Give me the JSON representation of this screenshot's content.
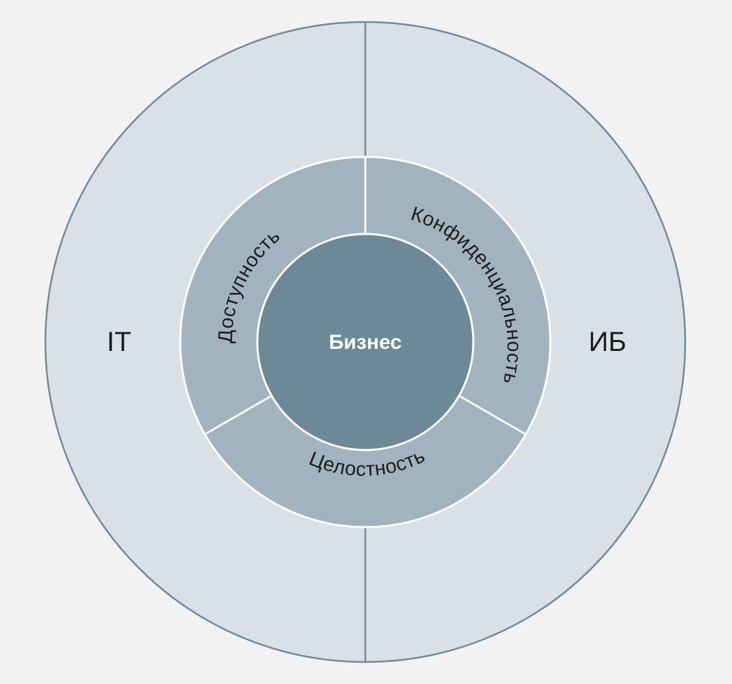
{
  "outer": {
    "left_label": "IT",
    "right_label": "ИБ"
  },
  "ring": {
    "segments": [
      "Доступность",
      "Конфиденциальность",
      "Целостность"
    ]
  },
  "center": {
    "label": "Бизнес"
  },
  "colors": {
    "background": "#f2f2f2",
    "outer_fill": "#d9e0e6",
    "outer_stroke": "#6e8b9c",
    "ring_fill": "#a1b3be",
    "center_fill": "#6c8998",
    "divider": "#ffffff"
  }
}
